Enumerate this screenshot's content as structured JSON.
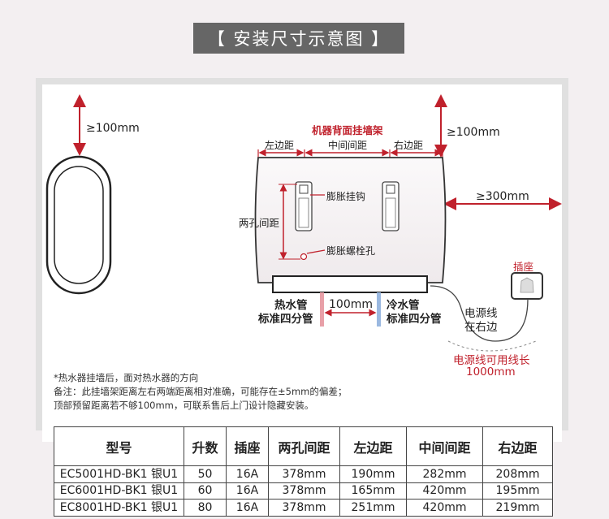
{
  "title": "【 安装尺寸示意图 】",
  "diagram": {
    "top_gap_left": "≥100mm",
    "top_gap_right": "≥100mm",
    "side_gap": "≥300mm",
    "bracket_title": "机器背面挂墙架",
    "left_dist": "左边距",
    "middle_dist": "中间间距",
    "right_dist": "右边距",
    "hole_distance": "两孔间距",
    "expansion_hook": "膨胀挂钩",
    "expansion_bolt_hole": "膨胀螺栓孔",
    "hot_pipe": "热水管",
    "hot_pipe_std": "标准四分管",
    "cold_pipe": "冷水管",
    "cold_pipe_std": "标准四分管",
    "pipe_spacing": "100mm",
    "socket": "插座",
    "power_cord": "电源线",
    "power_cord_side": "在右边",
    "cord_length_label": "电源线可用线长",
    "cord_length_value": "1000mm"
  },
  "notes": [
    "*热水器挂墙后，面对热水器的方向",
    "备注：此挂墙架距离左右两端距离相对准确，可能存在±5mm的偏差；",
    "顶部预留距离若不够100mm，可联系售后上门设计隐藏安装。"
  ],
  "table": {
    "headers": [
      "型号",
      "升数",
      "插座",
      "两孔间距",
      "左边距",
      "中间间距",
      "右边距"
    ],
    "rows": [
      [
        "EC5001HD-BK1 银U1",
        "50",
        "16A",
        "378mm",
        "190mm",
        "282mm",
        "208mm"
      ],
      [
        "EC6001HD-BK1 银U1",
        "60",
        "16A",
        "378mm",
        "165mm",
        "420mm",
        "195mm"
      ],
      [
        "EC8001HD-BK1 银U1",
        "80",
        "16A",
        "378mm",
        "251mm",
        "420mm",
        "219mm"
      ]
    ]
  },
  "colors": {
    "dimension_red": "#c0212c",
    "hot_pipe": "#e8a0a8",
    "cold_pipe": "#9ab8e0",
    "title_bar": "#666666"
  }
}
